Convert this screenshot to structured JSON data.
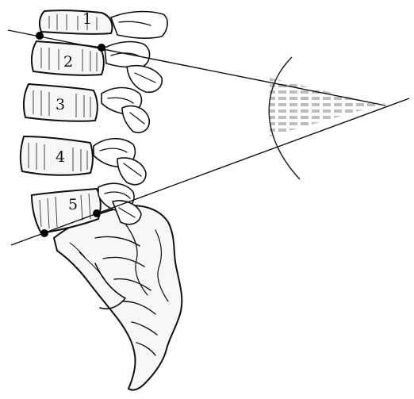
{
  "vertebra_labels": [
    "1",
    "2",
    "3",
    "4",
    "5"
  ],
  "colors": {
    "ink": "#111111",
    "paper": "#ffffff",
    "shade": "#bdbdbd"
  }
}
